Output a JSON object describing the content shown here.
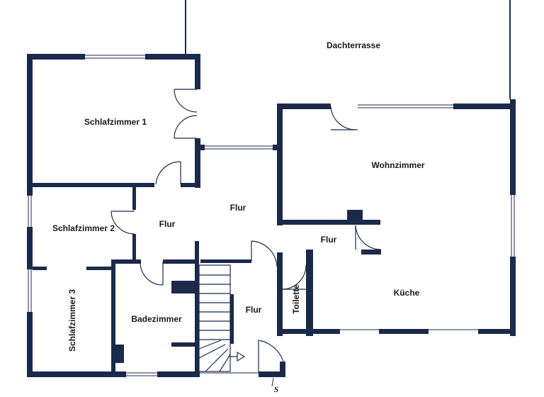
{
  "floorplan": {
    "rooms": {
      "dachterrasse": "Dachterrasse",
      "schlafzimmer1": "Schlafzimmer 1",
      "schlafzimmer2": "Schlafzimmer 2",
      "schlafzimmer3": "Schlafzimmer 3",
      "wohnzimmer": "Wohnzimmer",
      "flur_upper": "Flur",
      "flur_left": "Flur",
      "flur_right": "Flur",
      "flur_bottom": "Flur",
      "badezimmer": "Badezimmer",
      "toilette": "Toilette",
      "kueche": "Küche"
    },
    "stair_marker": "S"
  }
}
